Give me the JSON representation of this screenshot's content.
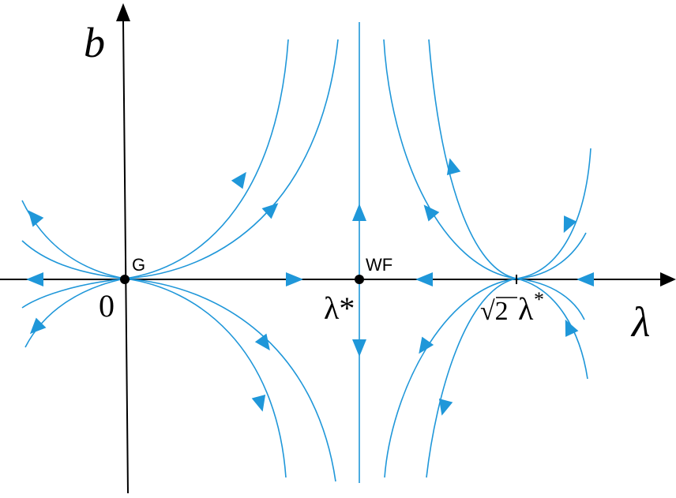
{
  "colors": {
    "flow": "#1f97d9",
    "axis": "#000000"
  },
  "axes": {
    "vertical_label": "b",
    "horizontal_label": "λ"
  },
  "points": {
    "origin_name": "G",
    "origin_value": "0",
    "mid_name": "WF",
    "mid_value": "λ*",
    "right_value_root": "√2",
    "right_value_lambda": "λ",
    "right_value_star": "*"
  }
}
